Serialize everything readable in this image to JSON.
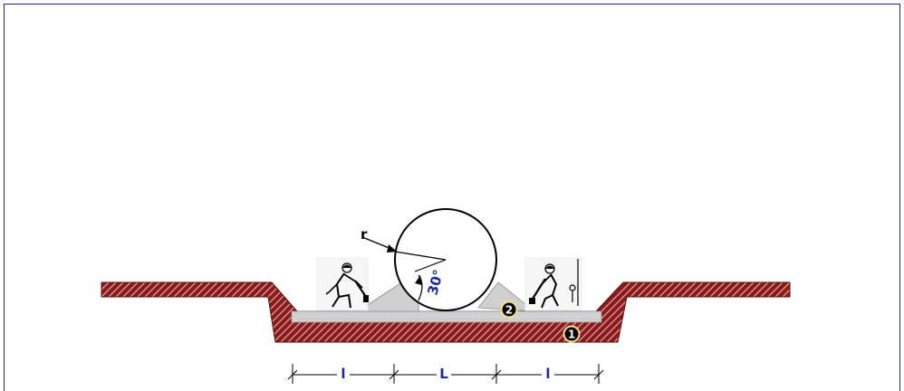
{
  "labels": {
    "radius": "r",
    "angle": "30°",
    "dim_left": "l",
    "dim_center": "L",
    "dim_right": "l"
  },
  "markers": [
    {
      "id": "1",
      "text": "1",
      "fill": "#000000",
      "text_color": "#ffffff"
    },
    {
      "id": "2",
      "text": "2",
      "fill": "#000000",
      "text_color": "#ffffff"
    }
  ],
  "colors": {
    "soil": "#8b1a1a",
    "soil_hatch": "#d9a3a3",
    "bedding": "#d0d0d0",
    "frame": "#1f2a7a",
    "dimension_text": "#1b2a9a",
    "pipe_fill": "#ffffff",
    "pipe_stroke": "#000000"
  },
  "icons": [
    "worker-with-tamper-icon",
    "worker-with-rammer-icon"
  ]
}
